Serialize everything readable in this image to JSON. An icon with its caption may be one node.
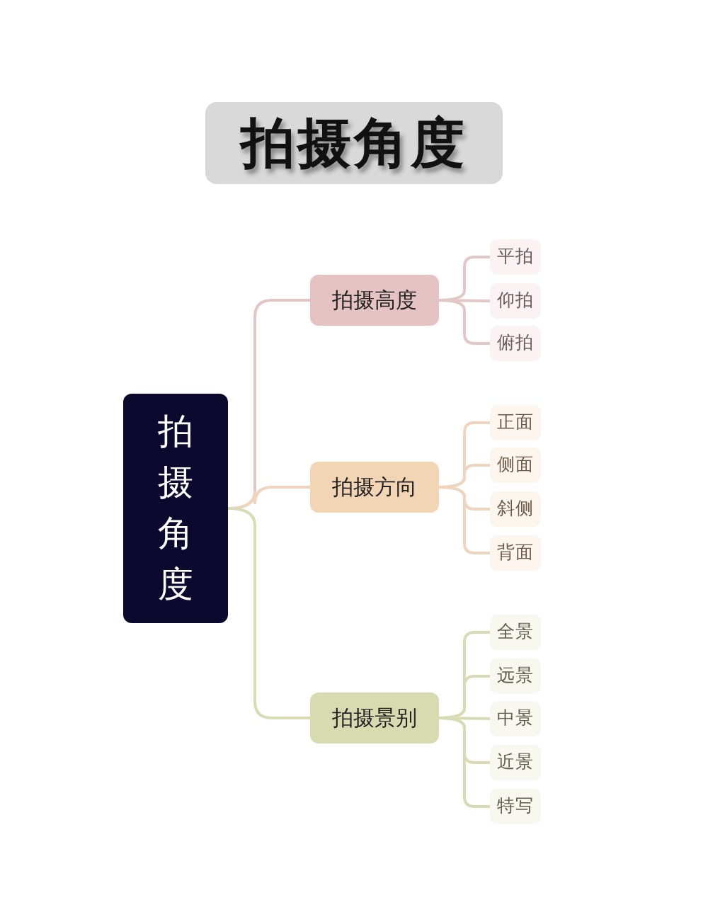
{
  "diagram": {
    "title": "拍摄角度",
    "nodes": [
      {
        "text": [
          "拍摄角度"
        ]
      },
      {
        "text": [
          "拍摄高度"
        ]
      },
      {
        "text": [
          "平拍"
        ]
      },
      {
        "text": [
          "仰拍"
        ]
      },
      {
        "text": [
          "俯拍"
        ]
      },
      {
        "text": [
          "拍摄方向"
        ]
      },
      {
        "text": [
          "正面"
        ]
      },
      {
        "text": [
          "侧面"
        ]
      },
      {
        "text": [
          "斜侧"
        ]
      },
      {
        "text": [
          "背面"
        ]
      },
      {
        "text": [
          "拍摄景别"
        ]
      },
      {
        "text": [
          "全景"
        ]
      },
      {
        "text": [
          "远景"
        ]
      },
      {
        "text": [
          "中景"
        ]
      },
      {
        "text": [
          "近景"
        ]
      },
      {
        "text": [
          "特写"
        ]
      }
    ],
    "edges": [
      {
        "from": 0,
        "to": 1,
        "arrow": "none",
        "color": "#e3c6c6"
      },
      {
        "from": 0,
        "to": 5,
        "arrow": "none",
        "color": "#efd5bd"
      },
      {
        "from": 0,
        "to": 10,
        "arrow": "none",
        "color": "#d9dbb4"
      },
      {
        "from": 1,
        "to": 2,
        "arrow": "none",
        "color": "#e3c6c6"
      },
      {
        "from": 1,
        "to": 3,
        "arrow": "none",
        "color": "#e3c6c6"
      },
      {
        "from": 1,
        "to": 4,
        "arrow": "none",
        "color": "#e3c6c6"
      },
      {
        "from": 5,
        "to": 6,
        "arrow": "none",
        "color": "#efd5bd"
      },
      {
        "from": 5,
        "to": 7,
        "arrow": "none",
        "color": "#efd5bd"
      },
      {
        "from": 5,
        "to": 8,
        "arrow": "none",
        "color": "#efd5bd"
      },
      {
        "from": 5,
        "to": 9,
        "arrow": "none",
        "color": "#efd5bd"
      },
      {
        "from": 10,
        "to": 11,
        "arrow": "none",
        "color": "#d9dbb4"
      },
      {
        "from": 10,
        "to": 12,
        "arrow": "none",
        "color": "#d9dbb4"
      },
      {
        "from": 10,
        "to": 13,
        "arrow": "none",
        "color": "#d9dbb4"
      },
      {
        "from": 10,
        "to": 14,
        "arrow": "none",
        "color": "#d9dbb4"
      },
      {
        "from": 10,
        "to": 15,
        "arrow": "none",
        "color": "#d9dbb4"
      }
    ]
  }
}
